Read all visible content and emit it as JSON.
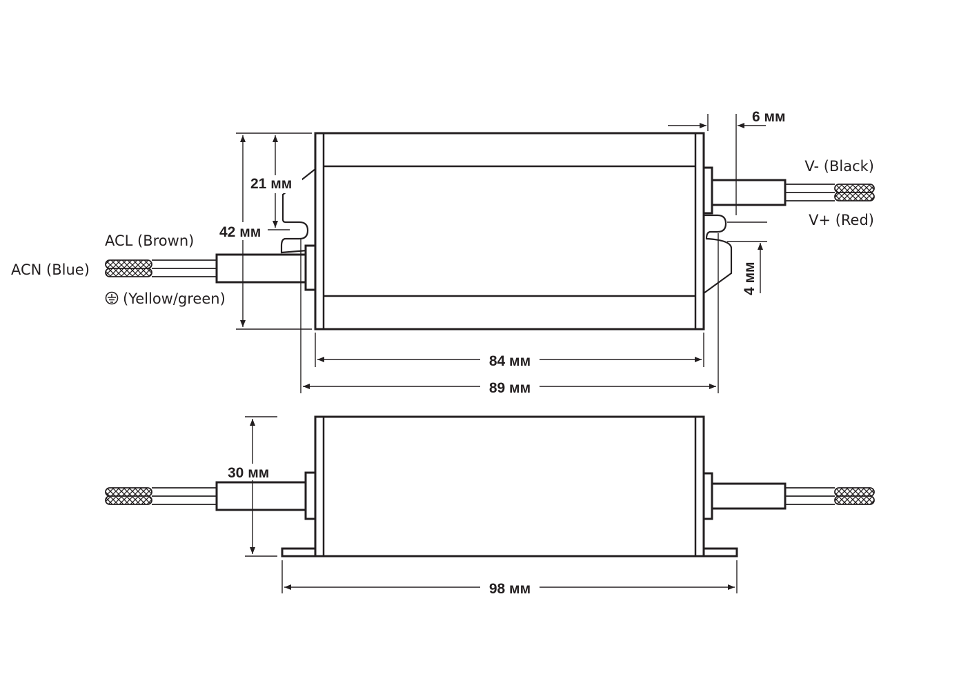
{
  "labels": {
    "acl": "ACL (Brown)",
    "acn": "ACN (Blue)",
    "earth": "(Yellow/green)",
    "vminus": "V- (Black)",
    "vplus": "V+ (Red)"
  },
  "dimensions": {
    "d21": "21 мм",
    "d42": "42 мм",
    "d6": "6 мм",
    "d4": "4 мм",
    "d84": "84 мм",
    "d89": "89 мм",
    "d30": "30 мм",
    "d98": "98 мм"
  },
  "icons": {
    "earth": "protective-earth-symbol"
  },
  "colors": {
    "line": "#231f20",
    "background": "#ffffff"
  }
}
